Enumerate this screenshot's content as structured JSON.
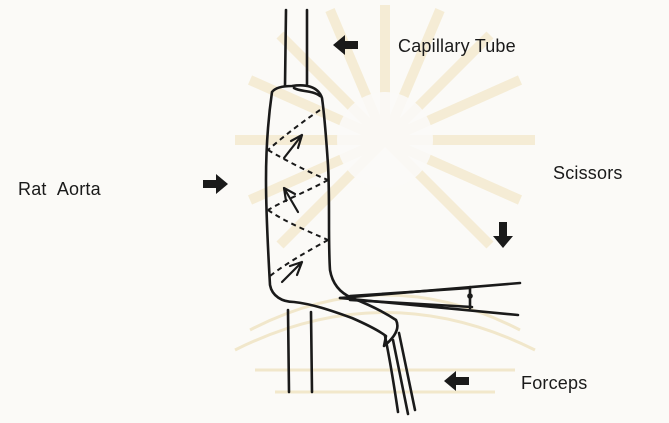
{
  "labels": {
    "capillary_tube": "Capillary Tube",
    "rat_aorta": "Rat Aorta",
    "scissors": "Scissors",
    "forceps": "Forceps"
  },
  "colors": {
    "ink": "#1a1a1a",
    "background": "#fbfaf7",
    "watermark": "#f3e6c2"
  },
  "icons": [
    "arrow-left-icon",
    "arrow-right-icon",
    "arrow-down-icon",
    "watermark-seal"
  ]
}
